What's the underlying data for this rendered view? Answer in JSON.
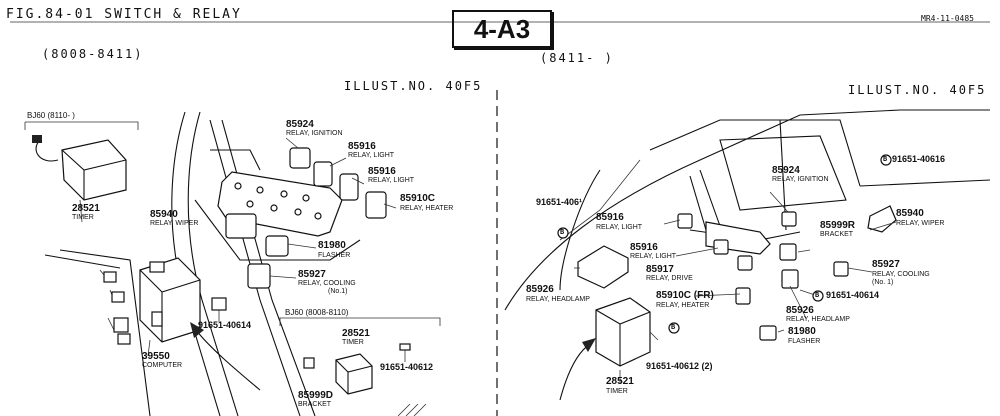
{
  "header": {
    "figure_title": "FIG.84-01 SWITCH & RELAY",
    "page_ref": "4-A3",
    "doc_code": "MR4-11-0485"
  },
  "left": {
    "date_range": "(8008-8411)",
    "illust": "ILLUST.NO. 40F5",
    "inset_top": "BJ60 (8110-     )",
    "inset_bottom": "BJ60 (8008-8110)",
    "callouts": [
      {
        "num": "85924",
        "desc": "RELAY, IGNITION"
      },
      {
        "num": "85916",
        "desc": "RELAY, LIGHT"
      },
      {
        "num": "85916",
        "desc": "RELAY, LIGHT"
      },
      {
        "num": "85910C",
        "desc": "RELAY, HEATER"
      },
      {
        "num": "85940",
        "desc": "RELAY, WIPER"
      },
      {
        "num": "81980",
        "desc": "FLASHER"
      },
      {
        "num": "85927",
        "desc": "RELAY, COOLING"
      },
      {
        "num": "(No.1)",
        "desc": ""
      },
      {
        "num": "28521",
        "desc": "TIMER"
      },
      {
        "num": "91651-40614",
        "desc": ""
      },
      {
        "num": "39550",
        "desc": "COMPUTER"
      },
      {
        "num": "28521",
        "desc": "TIMER"
      },
      {
        "num": "91651-40612",
        "desc": ""
      },
      {
        "num": "85999D",
        "desc": "BRACKET"
      }
    ]
  },
  "right": {
    "date_range": "(8411-     )",
    "illust": "ILLUST.NO. 40F5",
    "callouts": [
      {
        "num": "85924",
        "desc": "RELAY, IGNITION"
      },
      {
        "num": "91651-40616",
        "desc": ""
      },
      {
        "num": "91651-406¹",
        "desc": ""
      },
      {
        "num": "85916",
        "desc": "RELAY, LIGHT"
      },
      {
        "num": "85940",
        "desc": "RELAY, WIPER"
      },
      {
        "num": "85999R",
        "desc": "BRACKET"
      },
      {
        "num": "85916",
        "desc": "RELAY, LIGHT"
      },
      {
        "num": "85917",
        "desc": "RELAY, DRIVE"
      },
      {
        "num": "85927",
        "desc": "RELAY, COOLING"
      },
      {
        "num": "(No. 1)",
        "desc": ""
      },
      {
        "num": "85926",
        "desc": "RELAY, HEADLAMP"
      },
      {
        "num": "85910C (FR)",
        "desc": "RELAY, HEATER"
      },
      {
        "num": "91651-40614",
        "desc": ""
      },
      {
        "num": "85926",
        "desc": "RELAY, HEADLAMP"
      },
      {
        "num": "81980",
        "desc": "FLASHER"
      },
      {
        "num": "91651-40612 (2)",
        "desc": ""
      },
      {
        "num": "28521",
        "desc": "TIMER"
      }
    ],
    "bolt_marker": "B"
  }
}
